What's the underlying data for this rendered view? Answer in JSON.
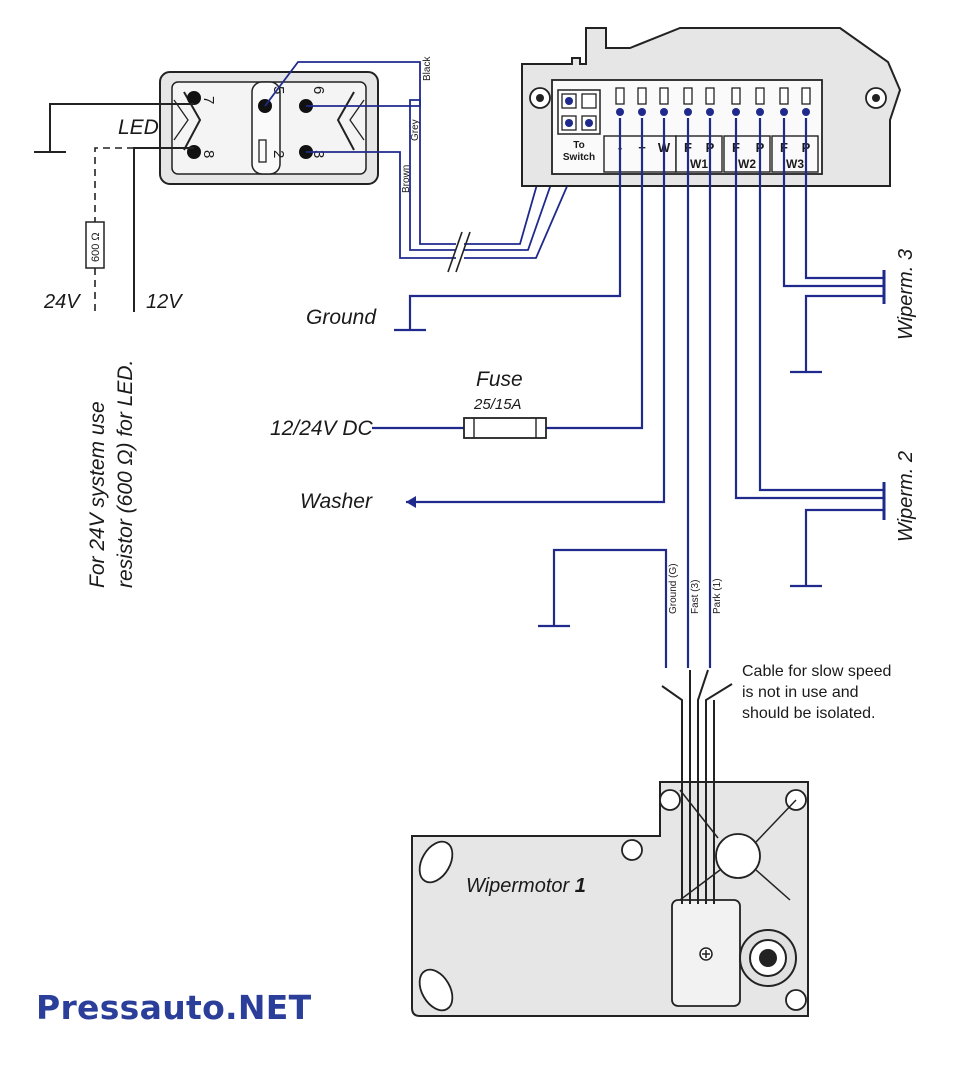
{
  "labels": {
    "led": "LED",
    "v24": "24V",
    "v12": "12V",
    "resistor": "600 Ω",
    "note_line1": "For 24V system use",
    "note_line2": "resistor (600 Ω) for LED.",
    "ground": "Ground",
    "dc": "12/24V DC",
    "fuse": "Fuse",
    "fuse_rating": "25/15A",
    "washer": "Washer",
    "wiperm3": "Wiperm. 3",
    "wiperm2": "Wiperm. 2",
    "cable_note_1": "Cable for slow speed",
    "cable_note_2": "is not in use and",
    "cable_note_3": "should be isolated.",
    "motor": "Wipermotor",
    "motor_num": "1",
    "brand": "Pressauto.NET"
  },
  "switch": {
    "pins": [
      "7",
      "8",
      "5",
      "2",
      "6",
      "3"
    ]
  },
  "wire_colors": [
    "Black",
    "Grey",
    "Brown"
  ],
  "cable_labels": [
    "Ground (G)",
    "Fast (3)",
    "Park (1)"
  ],
  "terminal_block": {
    "to_switch_1": "To",
    "to_switch_2": "Switch",
    "terminals": [
      "-",
      "+",
      "W",
      "F",
      "P",
      "F",
      "P",
      "F",
      "P"
    ],
    "groups": [
      "W1",
      "W2",
      "W3"
    ]
  },
  "colors": {
    "wire": "#1f2a8c",
    "brand": "#2b3f9a",
    "housing": "#e6e6e6"
  }
}
